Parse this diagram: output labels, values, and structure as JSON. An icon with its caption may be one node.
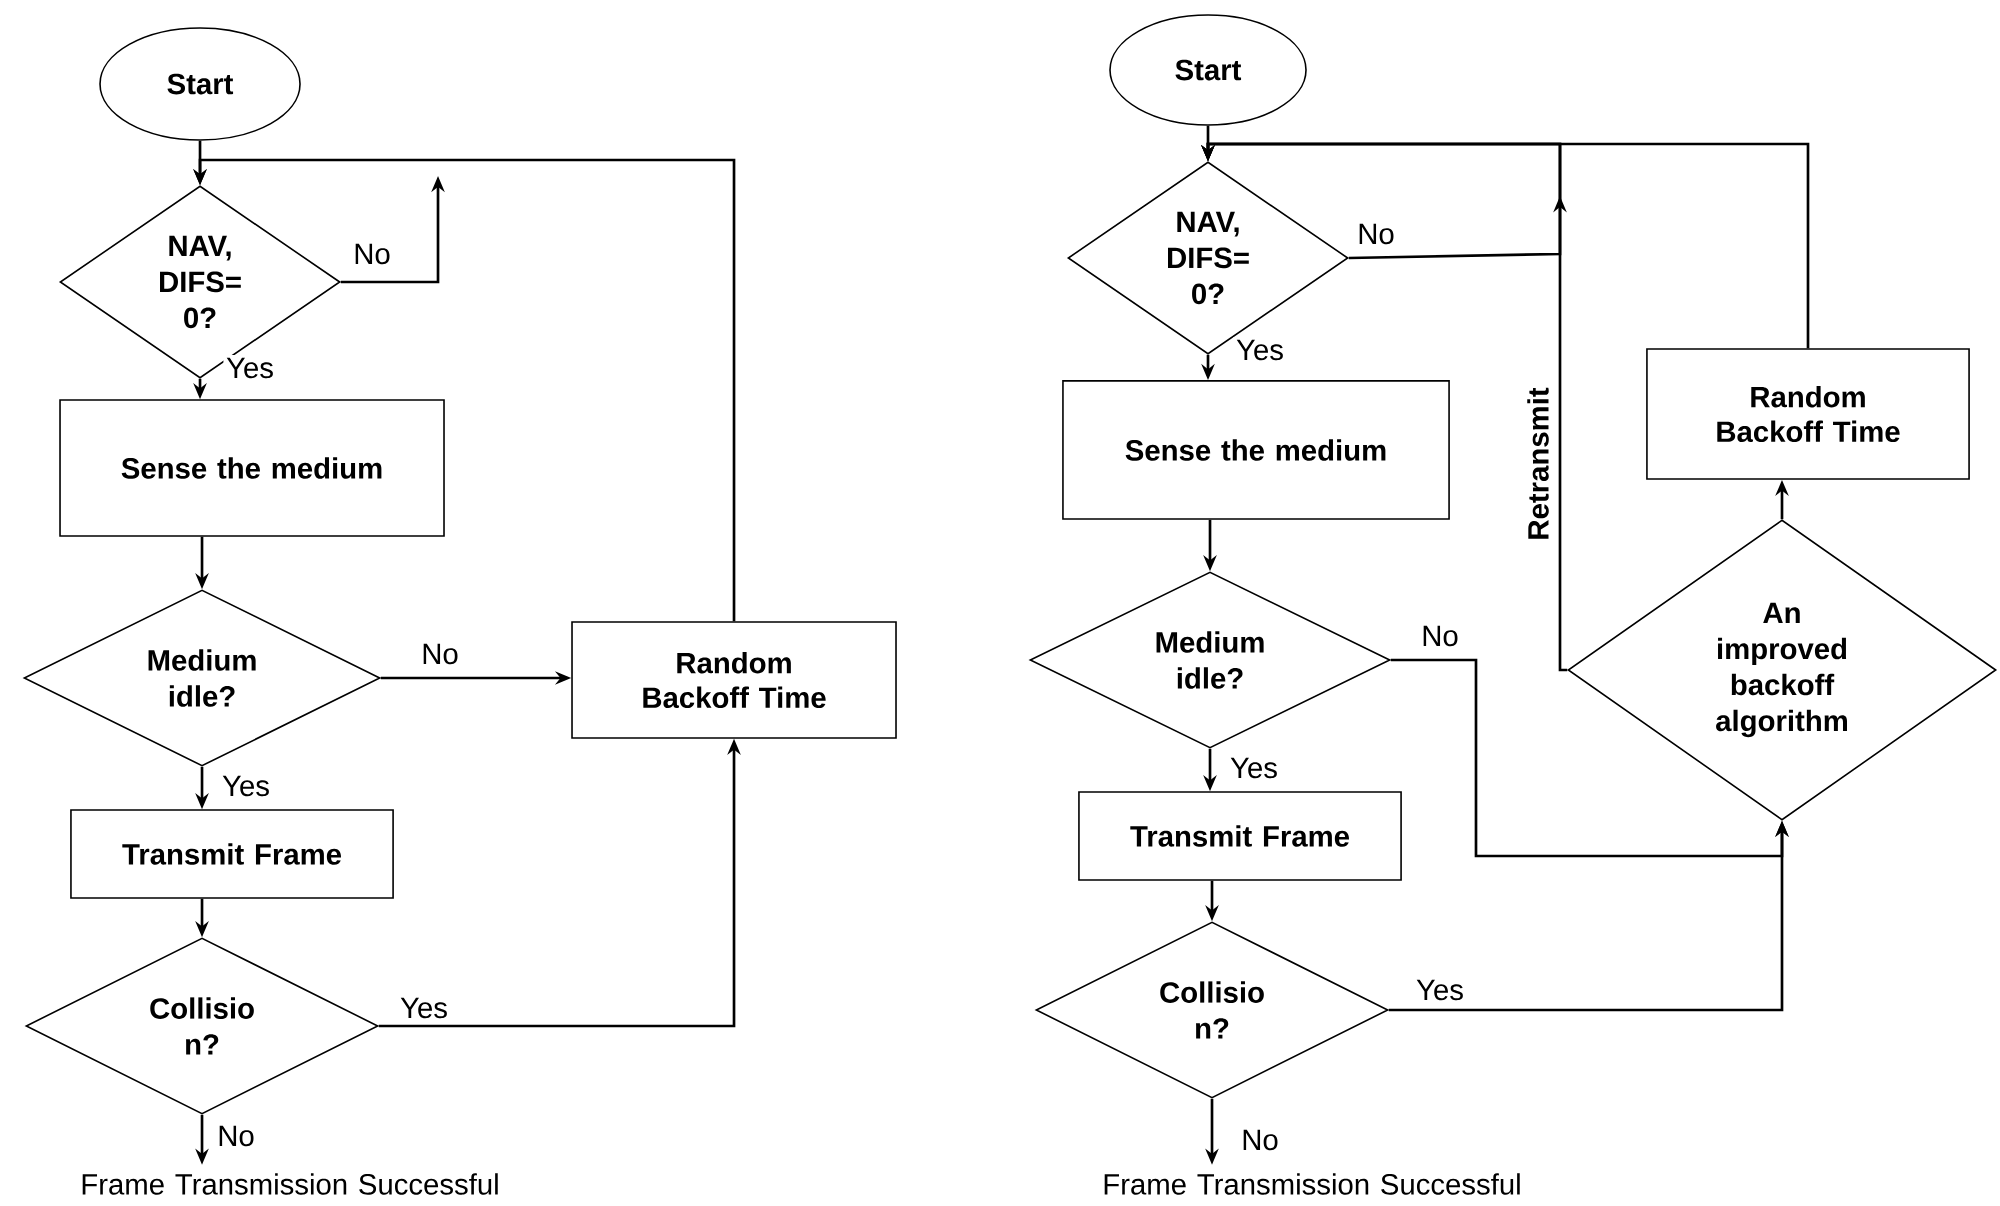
{
  "diagram": {
    "nodes": [
      {
        "text": [
          "Start"
        ]
      },
      {
        "text": [
          "NAV, DIFS= 0?"
        ]
      },
      {
        "text": [
          "Sense the medium"
        ]
      },
      {
        "text": [
          "Medium idle?"
        ]
      },
      {
        "text": [
          "Transmit Frame"
        ]
      },
      {
        "text": [
          "Collisio n?"
        ]
      },
      {
        "text": [
          "Frame Transmission Successful"
        ]
      },
      {
        "text": [
          "Random Backoff Time"
        ]
      },
      {
        "text": [
          "Start"
        ]
      },
      {
        "text": [
          "NAV, DIFS= 0?"
        ]
      },
      {
        "text": [
          "Sense the medium"
        ]
      },
      {
        "text": [
          "Medium idle?"
        ]
      },
      {
        "text": [
          "Transmit Frame"
        ]
      },
      {
        "text": [
          "Collisio n?"
        ]
      },
      {
        "text": [
          "Frame Transmission Successful"
        ]
      },
      {
        "text": [
          "Random Backoff Time"
        ]
      },
      {
        "text": [
          "An improved backoff algorithm"
        ]
      }
    ],
    "edges": [
      {
        "from": 0,
        "to": 1,
        "arrow": "to"
      },
      {
        "from": 1,
        "to": null,
        "arrow": "to",
        "label": "No"
      },
      {
        "from": 7,
        "to": 1,
        "arrow": "to"
      },
      {
        "from": 1,
        "to": 2,
        "arrow": "to",
        "label": "Yes"
      },
      {
        "from": 2,
        "to": 3,
        "arrow": "to"
      },
      {
        "from": 3,
        "to": 7,
        "arrow": "to",
        "label": "No"
      },
      {
        "from": 3,
        "to": 4,
        "arrow": "to",
        "label": "Yes"
      },
      {
        "from": 4,
        "to": 5,
        "arrow": "to"
      },
      {
        "from": 5,
        "to": 7,
        "arrow": "to",
        "label": "Yes"
      },
      {
        "from": 5,
        "to": 6,
        "arrow": "to",
        "label": "No"
      },
      {
        "from": 8,
        "to": 9,
        "arrow": "to"
      },
      {
        "from": 9,
        "to": 9,
        "arrow": "to",
        "label": "No"
      },
      {
        "from": 16,
        "to": 9,
        "arrow": "to",
        "label": "Retransmit"
      },
      {
        "from": 15,
        "to": 9,
        "arrow": "to"
      },
      {
        "from": 16,
        "to": 15,
        "arrow": "to"
      },
      {
        "from": 9,
        "to": 10,
        "arrow": "to",
        "label": "Yes"
      },
      {
        "from": 10,
        "to": 11,
        "arrow": "to"
      },
      {
        "from": 11,
        "to": 16,
        "arrow": "to",
        "label": "No"
      },
      {
        "from": 11,
        "to": 12,
        "arrow": "to",
        "label": "Yes"
      },
      {
        "from": 12,
        "to": 13,
        "arrow": "to"
      },
      {
        "from": 13,
        "to": 16,
        "arrow": "to",
        "label": "Yes"
      },
      {
        "from": 13,
        "to": 14,
        "arrow": "to",
        "label": "No"
      }
    ]
  }
}
